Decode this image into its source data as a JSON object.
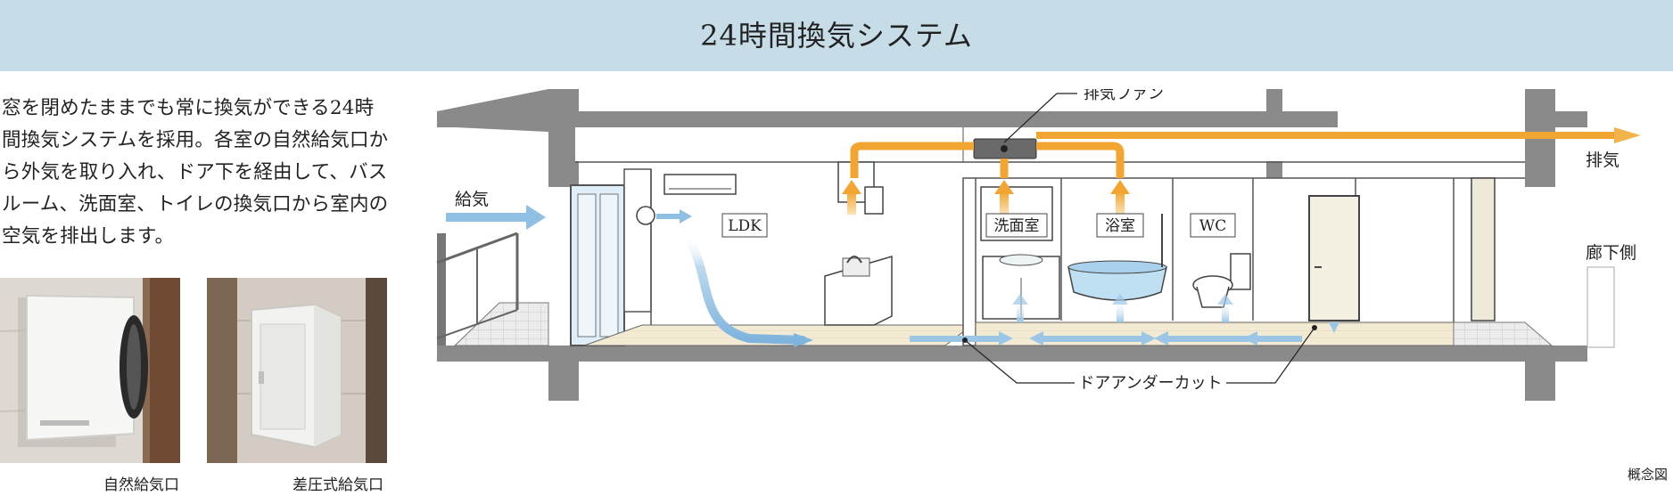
{
  "header": {
    "title": "24時間換気システム"
  },
  "description": "窓を閉めたままでも常に換気ができる24時間換気システムを採用。各室の自然給気口から外気を取り入れ、ドア下を経由して、バスルーム、洗面室、トイレの換気口から室内の空気を排出します。",
  "photos": [
    {
      "caption": "自然給気口"
    },
    {
      "caption": "差圧式給気口"
    }
  ],
  "diagram": {
    "intake_label": "給気",
    "exhaust_label": "排気",
    "fan_label": "排気ファン",
    "rooms": {
      "ldk": "LDK",
      "washroom": "洗面室",
      "bathroom": "浴室",
      "wc": "WC"
    },
    "corridor_label": "廊下側",
    "undercut_label": "ドアアンダーカット",
    "concept_note": "概念図"
  },
  "colors": {
    "header_bg": "#c6dde8",
    "duct": "#f2a531",
    "airflow": "#8fbfe3",
    "exhaust_arrow": "#f4b34a"
  }
}
